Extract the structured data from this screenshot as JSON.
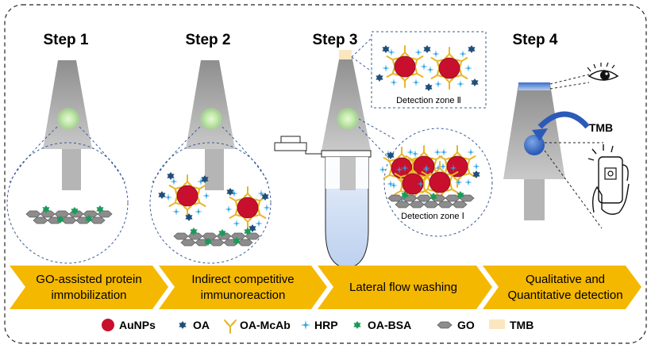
{
  "steps": {
    "s1": "Step 1",
    "s2": "Step 2",
    "s3": "Step 3",
    "s4": "Step 4"
  },
  "chevrons": {
    "c1": [
      "GO-assisted protein",
      "immobilization"
    ],
    "c2": [
      "Indirect competitive",
      "immunoreaction"
    ],
    "c3": [
      "Lateral flow washing"
    ],
    "c4": [
      "Qualitative and",
      "Quantitative detection"
    ]
  },
  "zones": {
    "z2": "Detection zone Ⅱ",
    "z1": "Detection zone Ⅰ"
  },
  "tmb_label": "TMB",
  "legend": {
    "aunps": "AuNPs",
    "oa": "OA",
    "mcab": "OA-McAb",
    "hrp": "HRP",
    "bsa": "OA-BSA",
    "go": "GO",
    "tmb": "TMB"
  },
  "colors": {
    "aunp": "#c8102e",
    "oa": "#1f4e79",
    "mcab": "#e8b628",
    "hrp": "#29a3e6",
    "bsa": "#1d9a5a",
    "go": "#8c8c8c",
    "tmb": "#fbe7bf",
    "chevron": "#f5b800"
  }
}
